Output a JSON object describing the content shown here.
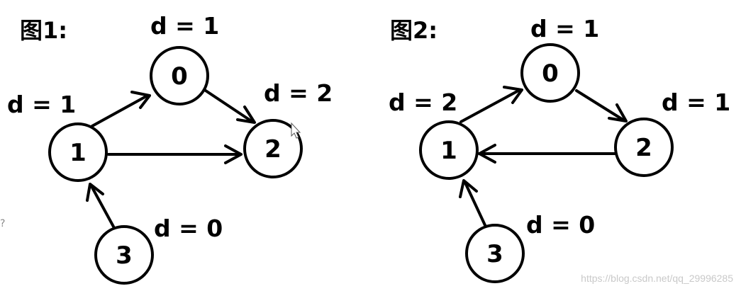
{
  "figure1": {
    "title": "图1:",
    "nodes": [
      {
        "id": "0",
        "label": "0",
        "d_label": "d = 1"
      },
      {
        "id": "1",
        "label": "1",
        "d_label": "d = 1"
      },
      {
        "id": "2",
        "label": "2",
        "d_label": "d = 2"
      },
      {
        "id": "3",
        "label": "3",
        "d_label": "d = 0"
      }
    ],
    "edges": [
      {
        "from": "1",
        "to": "0"
      },
      {
        "from": "0",
        "to": "2"
      },
      {
        "from": "1",
        "to": "2"
      },
      {
        "from": "3",
        "to": "1"
      }
    ]
  },
  "figure2": {
    "title": "图2:",
    "nodes": [
      {
        "id": "0",
        "label": "0",
        "d_label": "d = 1"
      },
      {
        "id": "1",
        "label": "1",
        "d_label": "d = 2"
      },
      {
        "id": "2",
        "label": "2",
        "d_label": "d = 1"
      },
      {
        "id": "3",
        "label": "3",
        "d_label": "d = 0"
      }
    ],
    "edges": [
      {
        "from": "1",
        "to": "0"
      },
      {
        "from": "0",
        "to": "2"
      },
      {
        "from": "2",
        "to": "1"
      },
      {
        "from": "3",
        "to": "1"
      }
    ]
  },
  "margin_mark": "?",
  "watermark": "https://blog.csdn.net/qq_29996285"
}
